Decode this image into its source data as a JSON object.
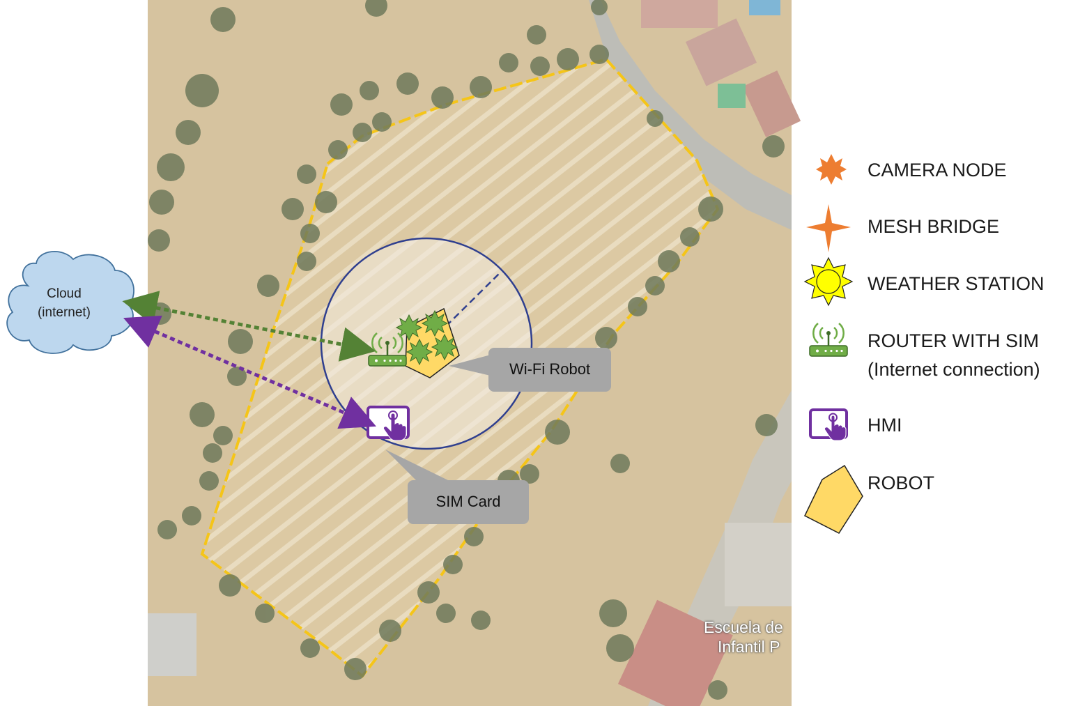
{
  "cloud": {
    "line1": "Cloud",
    "line2": "(internet)"
  },
  "callouts": {
    "wifi_robot": "Wi-Fi Robot",
    "sim_card": "SIM Card"
  },
  "map": {
    "place_line1": "Escuela de",
    "place_line2": "Infantil P"
  },
  "legend": {
    "camera_node": "CAMERA NODE",
    "mesh_bridge": "MESH BRIDGE",
    "weather_station": "WEATHER STATION",
    "router_line1": "ROUTER WITH SIM",
    "router_line2": "(Internet connection)",
    "hmi": "HMI",
    "robot": "ROBOT"
  },
  "colors": {
    "camera_node": "#ED7D31",
    "mesh_bridge": "#ED7D31",
    "weather_station": "#FFFF00",
    "router": "#70AD47",
    "hmi": "#7030A0",
    "robot": "#FFD966",
    "boundary": "#F5C518",
    "green_link": "#548235",
    "purple_link": "#7030A0",
    "coverage_circle": "#2F3F8F"
  },
  "icons": [
    "cloud-icon",
    "router-icon",
    "camera-node-icon",
    "mesh-bridge-icon",
    "weather-station-icon",
    "hmi-tablet-icon",
    "robot-icon"
  ]
}
